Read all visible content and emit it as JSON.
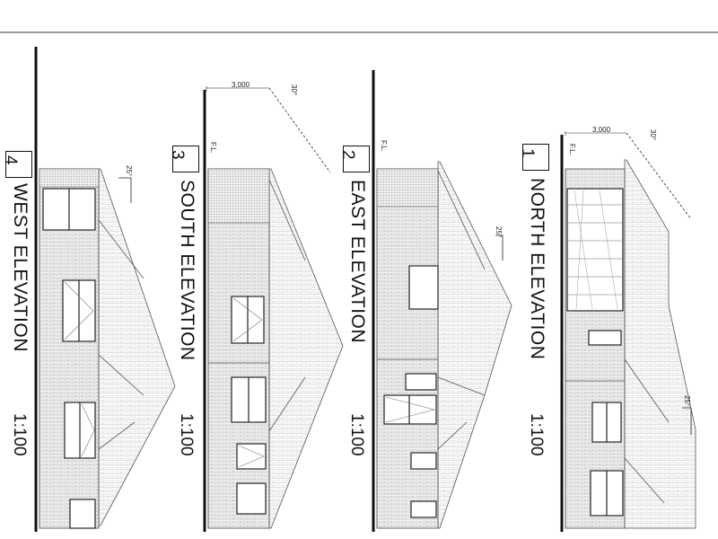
{
  "sheet": {
    "elevations": [
      {
        "number": "1",
        "title": "NORTH ELEVATION",
        "scale": "1:100",
        "fl": "F.L.",
        "dim": "3,000",
        "pitch_main": "30°",
        "pitch_side": "25°"
      },
      {
        "number": "2",
        "title": "EAST ELEVATION",
        "scale": "1:100",
        "fl": "F.L.",
        "pitch_side": "25°"
      },
      {
        "number": "3",
        "title": "SOUTH ELEVATION",
        "scale": "1:100",
        "fl": "F.L.",
        "dim": "3,000",
        "pitch_main": "30°"
      },
      {
        "number": "4",
        "title": "WEST ELEVATION",
        "scale": "1:100",
        "pitch_side": "25°"
      }
    ]
  }
}
